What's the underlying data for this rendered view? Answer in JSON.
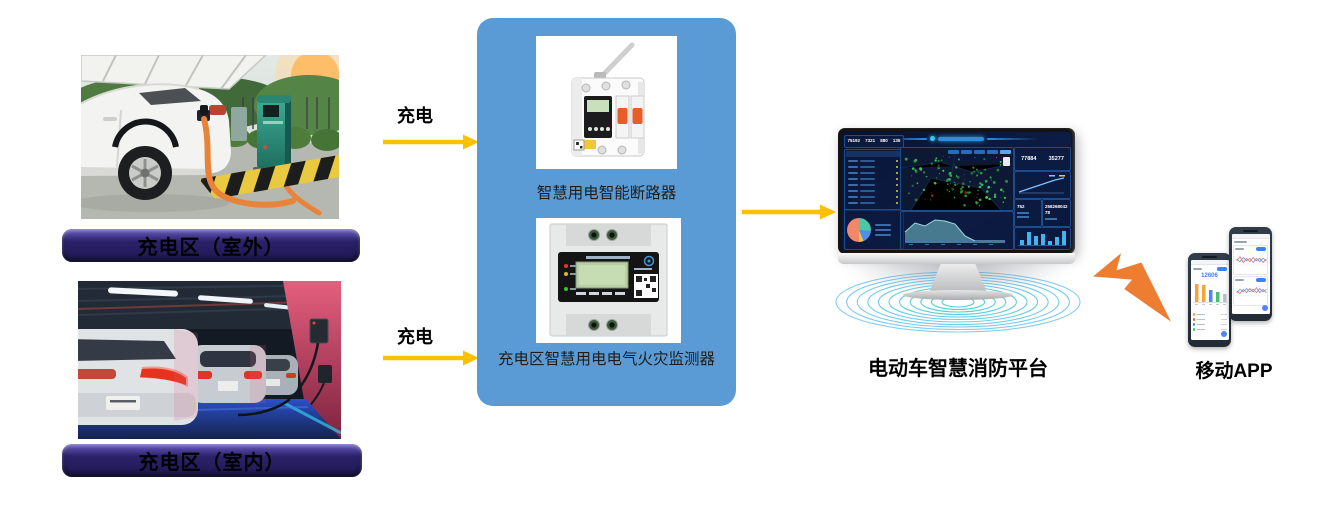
{
  "diagram": {
    "sources": [
      {
        "label": "充电区（室外）",
        "flow_label": "充电"
      },
      {
        "label": "充电区（室内）",
        "flow_label": "充电"
      }
    ],
    "gateway": {
      "devices": [
        {
          "caption": "智慧用电智能断路器"
        },
        {
          "caption": "充电区智慧用电电气火灾监测器"
        }
      ]
    },
    "platform": {
      "caption": "电动车智慧消防平台"
    },
    "app": {
      "caption": "移动APP",
      "big_number": "12606"
    }
  },
  "dashboard": {
    "top_stats": [
      "75192",
      "7321",
      "880",
      "135"
    ],
    "right_stats": [
      "77884",
      "35277"
    ],
    "device_total": "752",
    "data_total": "25826804278"
  },
  "colors": {
    "gateway_box": "#5B9BD5",
    "area_label_bg": "#2b2169",
    "arrow": "#FFC000",
    "bolt": "#ED7D31",
    "wave_teal": "#2bc8c4"
  }
}
